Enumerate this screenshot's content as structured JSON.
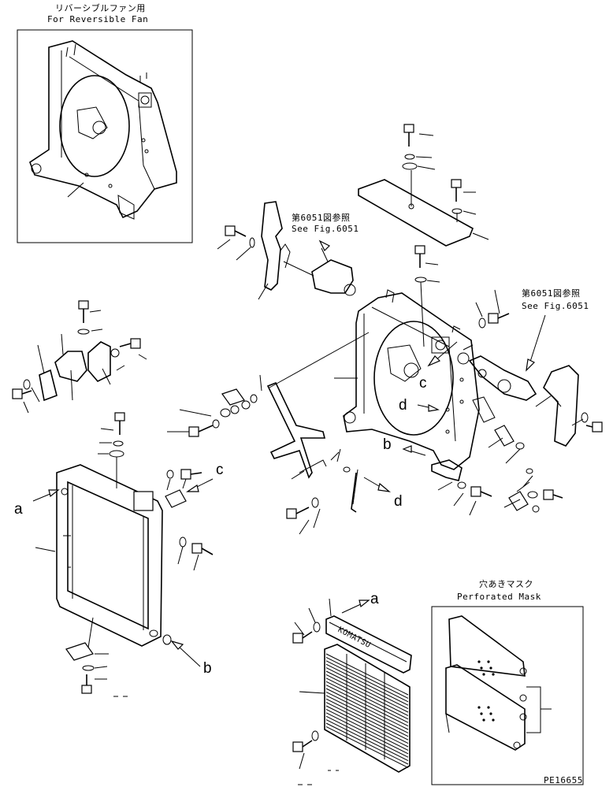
{
  "insets": {
    "reversible": {
      "title_jp": "リバーシブルファン用",
      "title_en": "For Reversible Fan"
    },
    "perforated": {
      "title_jp": "穴あきマスク",
      "title_en": "Perforated Mask"
    }
  },
  "references": [
    {
      "jp": "第6051図参照",
      "en": "See Fig.6051"
    },
    {
      "jp": "第6051図参照",
      "en": "See Fig.6051"
    }
  ],
  "letters": {
    "a1": "a",
    "a2": "a",
    "b1": "b",
    "b2": "b",
    "c1": "c",
    "c2": "c",
    "d1": "d",
    "d2": "d"
  },
  "grille_text": "KOMATSU",
  "page_code": "PE16655"
}
